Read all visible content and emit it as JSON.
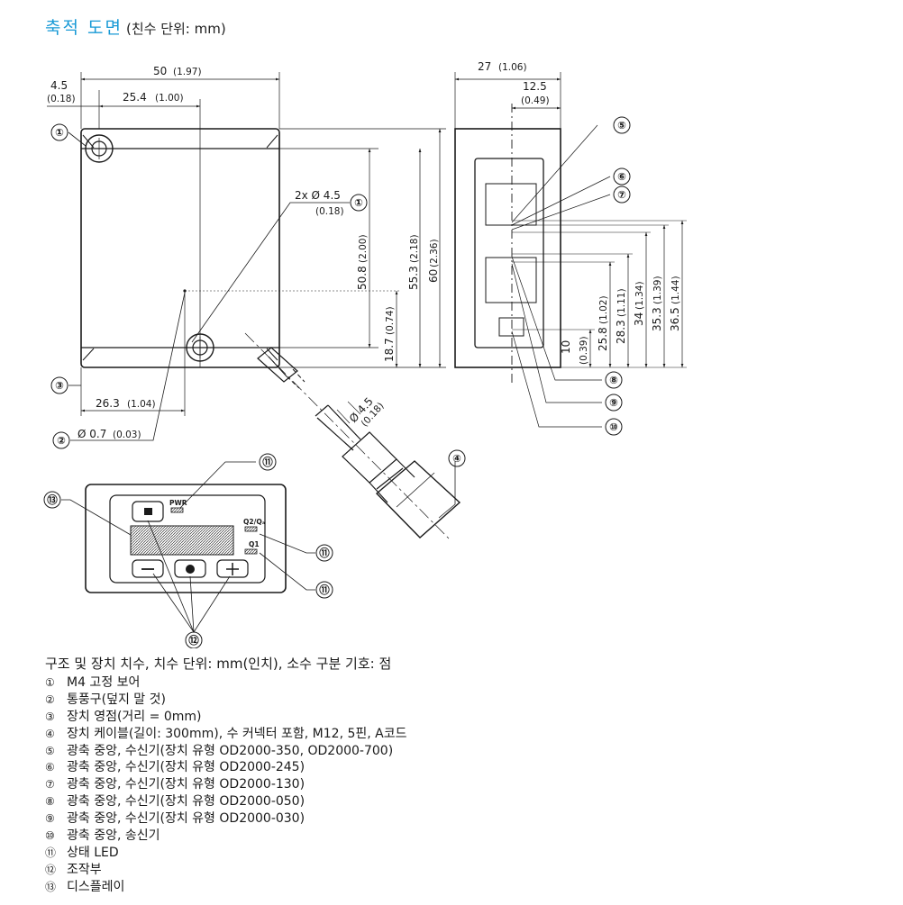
{
  "title": {
    "main": "축적 도면",
    "sub": "(친수 단위: mm)"
  },
  "front_view": {
    "width": "50",
    "width_in": "(1.97)",
    "edge_offset": "4.5",
    "edge_offset_in": "(0.18)",
    "hole_spacing": "25.4",
    "hole_spacing_in": "(1.00)",
    "hole_dia": "2x Ø 4.5",
    "hole_dia_in": "(0.18)",
    "h1": "50.8",
    "h1_in": "(2.00)",
    "h2": "55.3",
    "h2_in": "(2.18)",
    "h3": "60",
    "h3_in": "(2.36)",
    "h4": "18.7",
    "h4_in": "(0.74)",
    "x_ref": "26.3",
    "x_ref_in": "(1.04)",
    "vent_dia": "Ø 0.7",
    "vent_dia_in": "(0.03)",
    "cable_dia": "Ø 4.5",
    "cable_dia_in": "(0.18)"
  },
  "side_view": {
    "depth": "27",
    "depth_in": "(1.06)",
    "axis_offset": "12.5",
    "axis_offset_in": "(0.49)",
    "v1": "10",
    "v1_in": "(0.39)",
    "v2": "25.8",
    "v2_in": "(1.02)",
    "v3": "28.3",
    "v3_in": "(1.11)",
    "v4": "34",
    "v4_in": "(1.34)",
    "v5": "35.3",
    "v5_in": "(1.39)",
    "v6": "36.5",
    "v6_in": "(1.44)"
  },
  "panel": {
    "pwr": "PWR",
    "q2": "Q2/Qₐ",
    "q1": "Q1"
  },
  "callouts": {
    "c1": "①",
    "c2": "②",
    "c3": "③",
    "c4": "④",
    "c5": "⑤",
    "c6": "⑥",
    "c7": "⑦",
    "c8": "⑧",
    "c9": "⑨",
    "c10": "⑩",
    "c11": "⑪",
    "c12": "⑫",
    "c13": "⑬"
  },
  "legend": {
    "heading": "구조 및 장치 치수, 치수 단위: mm(인치), 소수 구분 기호: 점",
    "items": [
      {
        "num": "①",
        "text": "M4 고정 보어"
      },
      {
        "num": "②",
        "text": "통풍구(덮지 말 것)"
      },
      {
        "num": "③",
        "text": "장치 영점(거리 = 0mm)"
      },
      {
        "num": "④",
        "text": "장치 케이블(길이: 300mm), 수 커넥터 포함, M12, 5핀, A코드"
      },
      {
        "num": "⑤",
        "text": "광축 중앙, 수신기(장치 유형 OD2000-350, OD2000-700)"
      },
      {
        "num": "⑥",
        "text": "광축 중앙, 수신기(장치 유형 OD2000-245)"
      },
      {
        "num": "⑦",
        "text": "광축 중앙, 수신기(장치 유형 OD2000-130)"
      },
      {
        "num": "⑧",
        "text": "광축 중앙, 수신기(장치 유형 OD2000-050)"
      },
      {
        "num": "⑨",
        "text": "광축 중앙, 수신기(장치 유형 OD2000-030)"
      },
      {
        "num": "⑩",
        "text": "광축 중앙, 송신기"
      },
      {
        "num": "⑪",
        "text": "상태 LED"
      },
      {
        "num": "⑫",
        "text": "조작부"
      },
      {
        "num": "⑬",
        "text": "디스플레이"
      }
    ]
  }
}
